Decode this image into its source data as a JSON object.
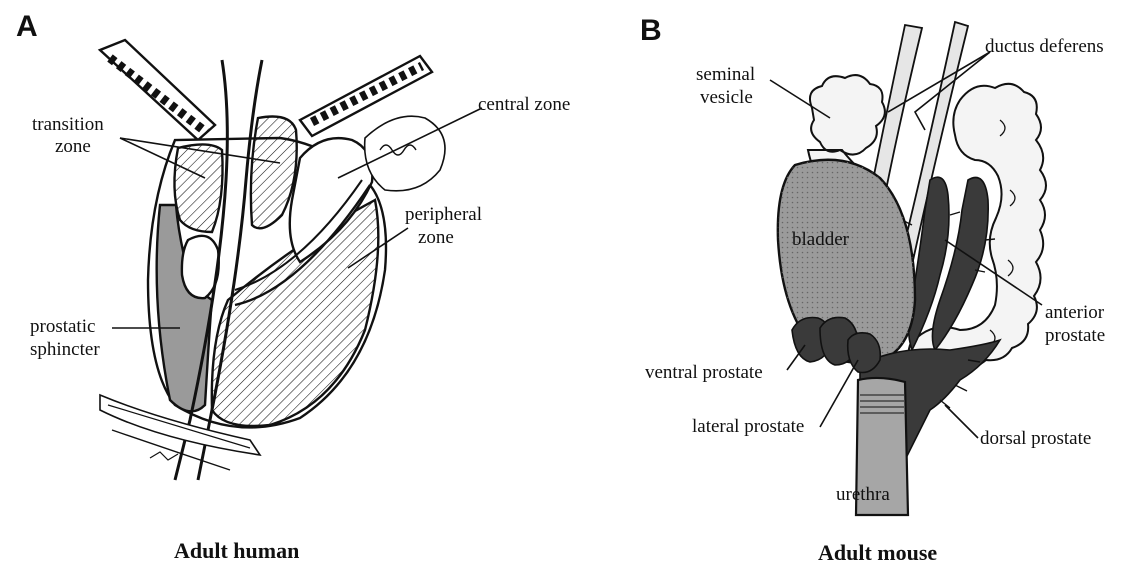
{
  "panel_a": {
    "letter": "A",
    "caption": "Adult human",
    "labels": {
      "transition_zone": [
        "transition",
        "zone"
      ],
      "central_zone": "central zone",
      "peripheral_zone": [
        "peripheral",
        "zone"
      ],
      "prostatic_sphincter": [
        "prostatic",
        "sphincter"
      ]
    }
  },
  "panel_b": {
    "letter": "B",
    "caption": "Adult mouse",
    "labels": {
      "seminal_vesicle": [
        "seminal",
        "vesicle"
      ],
      "ductus_deferens": "ductus deferens",
      "bladder": "bladder",
      "anterior_prostate": [
        "anterior",
        "prostate"
      ],
      "ventral_prostate": "ventral prostate",
      "lateral_prostate": "lateral prostate",
      "dorsal_prostate": "dorsal prostate",
      "urethra": "urethra"
    }
  },
  "colors": {
    "ink": "#111111",
    "sphincter_gray": "#9a9a9a",
    "bladder_gray": "#9b9b9b",
    "prostate_dark": "#3a3a3a",
    "vesicle_fill": "#f4f4f4",
    "urethra_gray": "#a6a6a6"
  }
}
